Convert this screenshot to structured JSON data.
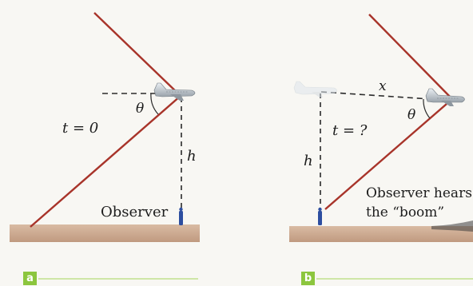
{
  "panel_a": {
    "tag": "a",
    "theta": "θ",
    "time": "t = 0",
    "height": "h",
    "observer": "Observer"
  },
  "panel_b": {
    "tag": "b",
    "x": "x",
    "theta": "θ",
    "time": "t = ?",
    "height": "h",
    "observer_line1": "Observer hears",
    "observer_line2": "the “boom”"
  },
  "colors": {
    "shock_wave": "#a8342a",
    "ground": "#c8a48a",
    "tag": "#8cc63e"
  }
}
